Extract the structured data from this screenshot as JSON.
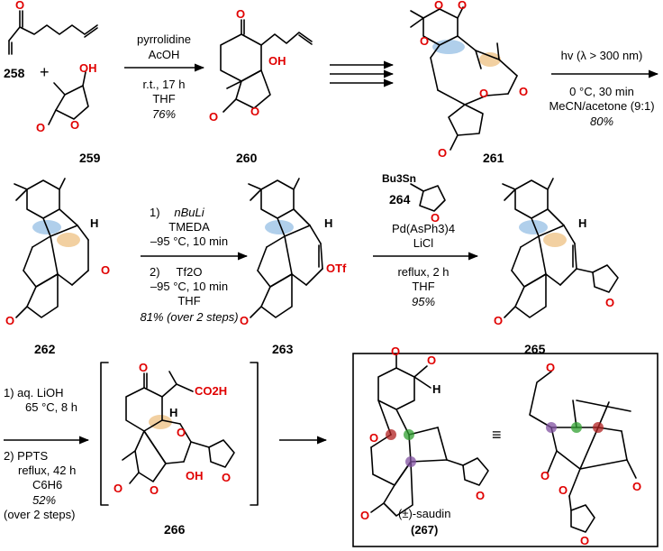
{
  "compounds": {
    "c258": "258",
    "plus": "+",
    "c259": "259",
    "c260": "260",
    "c261": "261",
    "c262": "262",
    "c263": "263",
    "c264": "264",
    "c265": "265",
    "c266": "266",
    "saudin": "(±)-saudin",
    "c267": "(267)"
  },
  "step1": {
    "line1": "pyrrolidine",
    "line2": "AcOH",
    "line3": "r.t., 17 h",
    "line4": "THF",
    "yield": "76%"
  },
  "step3": {
    "line1": "hv (λ > 300 nm)",
    "line2": "0 °C, 30 min",
    "line3": "MeCN/acetone (9:1)",
    "yield": "80%"
  },
  "step4": {
    "n1": "1)",
    "line1": "nBuLi",
    "line2": "TMEDA",
    "line3": "–95 °C, 10 min",
    "n2": "2)",
    "line4": "Tf2O",
    "line5": "–95 °C, 10 min",
    "line6": "THF",
    "yield": "81% (over 2 steps)"
  },
  "step5": {
    "reagent": "Bu3Sn",
    "line1": "Pd(AsPh3)4",
    "line2": "LiCl",
    "line3": "reflux, 2 h",
    "line4": "THF",
    "yield": "95%"
  },
  "step6": {
    "line1": "1) aq. LiOH",
    "line2": "65 °C, 8 h",
    "line3": "2)   PPTS",
    "line4": "reflux, 42 h",
    "line5": "C6H6",
    "yield": "52%",
    "line6": "(over 2 steps)"
  },
  "atoms": {
    "O": "O",
    "OH": "OH",
    "CO2H": "CO2H",
    "H": "H",
    "OTf": "OTf"
  },
  "equiv": "≡",
  "colors": {
    "oxygen": "#e00000",
    "highlight_blue": "#9cc3e6",
    "highlight_orange": "#f0c890",
    "dot_red": "#b02020",
    "dot_green": "#30a030",
    "dot_purple": "#8050a0"
  }
}
